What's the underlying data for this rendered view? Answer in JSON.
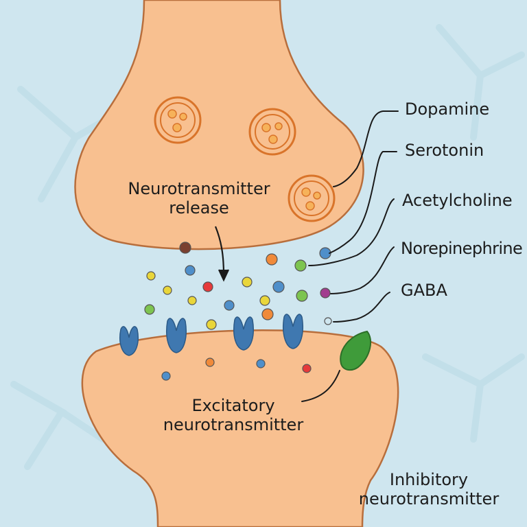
{
  "labels": {
    "dopamine": "Dopamine",
    "serotonin": "Serotonin",
    "acetylcholine": "Acetylcholine",
    "norepinephrine": "Norepinephrine",
    "gaba": "GABA",
    "release_line1": "Neurotransmitter",
    "release_line2": "release",
    "excitatory_line1": "Excitatory",
    "excitatory_line2": "neurotransmitter",
    "inhibitory_line1": "Inhibitory",
    "inhibitory_line2": "neurotransmitter"
  },
  "colors": {
    "background": "#cfe6ef",
    "neuron_fill": "#f8c090",
    "neuron_outline": "#b86e3c",
    "vesicle_fill": "#f6b25a",
    "vesicle_outline": "#d9742a",
    "receptor": "#3f78b0",
    "inhibitory_receptor": "#3f9b3a",
    "leader_line": "#1a1a1a"
  },
  "molecule_palette": [
    "#7a4030",
    "#4f8fca",
    "#f08a3a",
    "#7dc450",
    "#a23d8f",
    "#e63a3a",
    "#e9d63a",
    "#cfe6ef"
  ]
}
